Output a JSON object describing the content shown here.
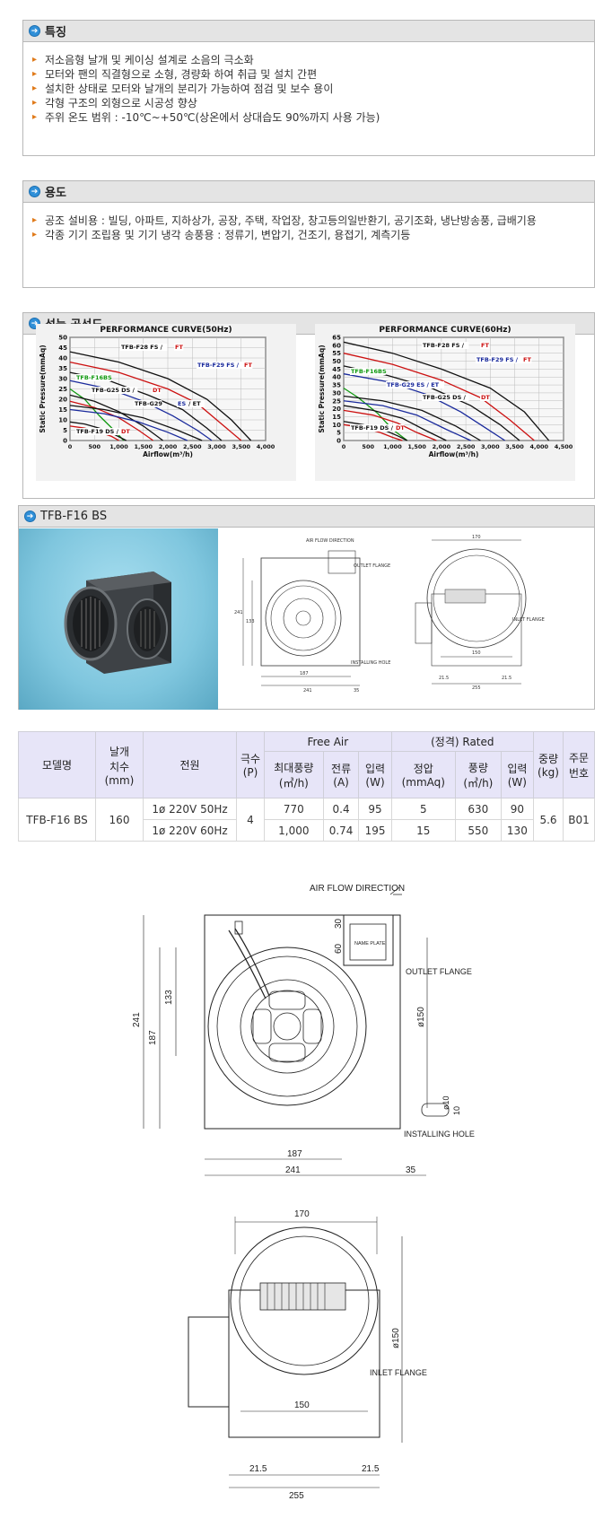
{
  "features": {
    "title": "특징",
    "items": [
      "저소음형 날개 및 케이싱 설계로 소음의 극소화",
      "모터와 팬의 직결형으로 소형, 경량화 하여 취급 및 설치 간편",
      "설치한 상태로 모터와 날개의 분리가 가능하여 점검 및 보수 용이",
      "각형 구조의 외형으로 시공성 향상",
      "주위 온도 범위 : -10℃~+50℃(상온에서 상대습도 90%까지 사용 가능)"
    ]
  },
  "usage": {
    "title": "용도",
    "items": [
      "공조 설비용 : 빌딩, 아파트, 지하상가, 공장, 주택, 작업장, 창고등의일반환기, 공기조화, 냉난방송풍, 급배기용",
      "각종 기기 조립용 및 기기 냉각 송풍용 : 정류기, 변압기, 건조기, 용접기, 계측기등"
    ]
  },
  "performance": {
    "title": "성능 곡선도"
  },
  "chart_data": [
    {
      "type": "line",
      "title": "PERFORMANCE CURVE(50Hz)",
      "xlabel": "Airflow(m³/h)",
      "ylabel": "Static Pressure(mmAq)",
      "xlim": [
        0,
        4000
      ],
      "ylim": [
        0,
        50
      ],
      "x_ticks": [
        "0",
        "500",
        "1,000",
        "1,500",
        "2,000",
        "2,500",
        "3,000",
        "3,500",
        "4,000"
      ],
      "y_ticks": [
        "0",
        "5",
        "10",
        "15",
        "20",
        "25",
        "30",
        "35",
        "40",
        "45",
        "50"
      ],
      "series": [
        {
          "name": "TFB-F28 FS / FT",
          "color": "#111111",
          "x": [
            0,
            1000,
            2000,
            2800,
            3300,
            3700
          ],
          "y": [
            43,
            38,
            30,
            20,
            10,
            0
          ]
        },
        {
          "name": "TFB-F28 FS / FT",
          "color": "#cc1111",
          "x": [
            0,
            1000,
            2000,
            2600,
            3100,
            3500
          ],
          "y": [
            38,
            33,
            25,
            18,
            8,
            0
          ]
        },
        {
          "name": "TFB-F29 FS / FT",
          "color": "#111111",
          "x": [
            0,
            800,
            1600,
            2300,
            2800,
            3100
          ],
          "y": [
            33,
            29,
            22,
            15,
            6,
            0
          ]
        },
        {
          "name": "TFB-F29 FS / FT",
          "color": "#1a2a9c",
          "x": [
            0,
            800,
            1500,
            2100,
            2600,
            2900
          ],
          "y": [
            29,
            25,
            19,
            12,
            5,
            0
          ]
        },
        {
          "name": "TFB-F16BS",
          "color": "#119911",
          "x": [
            0,
            300,
            600,
            900,
            1100
          ],
          "y": [
            25,
            20,
            12,
            5,
            0
          ]
        },
        {
          "name": "TFB-G25 DS / DT",
          "color": "#111111",
          "x": [
            0,
            500,
            1000,
            1500,
            1900
          ],
          "y": [
            22,
            19,
            14,
            7,
            0
          ]
        },
        {
          "name": "TFB-G25 DS / DT",
          "color": "#cc1111",
          "x": [
            0,
            500,
            1000,
            1400,
            1700
          ],
          "y": [
            19,
            16,
            11,
            5,
            0
          ]
        },
        {
          "name": "TFB-G29 ES / ET",
          "color": "#111111",
          "x": [
            0,
            700,
            1500,
            2200,
            2700
          ],
          "y": [
            17,
            15,
            11,
            5,
            0
          ]
        },
        {
          "name": "TFB-G29 ES / ET",
          "color": "#1a2a9c",
          "x": [
            0,
            700,
            1400,
            2000,
            2400
          ],
          "y": [
            15,
            13,
            9,
            4,
            0
          ]
        },
        {
          "name": "TFB-F19 DS / DT",
          "color": "#111111",
          "x": [
            0,
            300,
            600,
            900,
            1150
          ],
          "y": [
            9,
            8,
            6,
            3,
            0
          ]
        },
        {
          "name": "TFB-F19 DS / DT",
          "color": "#cc1111",
          "x": [
            0,
            300,
            600,
            850,
            1000
          ],
          "y": [
            7,
            6,
            4,
            2,
            0
          ]
        }
      ],
      "labels": [
        "TFB-F28 FS /",
        "FT",
        "TFB-F29 FS /",
        "FT",
        "TFB-F16BS",
        "TFB-G25 DS /",
        "DT",
        "TFB-G29",
        "ES",
        "/ ET",
        "TFB-F19 DS /",
        "DT"
      ]
    },
    {
      "type": "line",
      "title": "PERFORMANCE CURVE(60Hz)",
      "xlabel": "Airflow(m³/h)",
      "ylabel": "Static Pressure(mmAq)",
      "xlim": [
        0,
        4500
      ],
      "ylim": [
        0,
        65
      ],
      "x_ticks": [
        "0",
        "500",
        "1,000",
        "1,500",
        "2,000",
        "2,500",
        "3,000",
        "3,500",
        "4,000",
        "4,500"
      ],
      "y_ticks": [
        "0",
        "5",
        "10",
        "15",
        "20",
        "25",
        "30",
        "35",
        "40",
        "45",
        "50",
        "55",
        "60",
        "65"
      ],
      "series": [
        {
          "name": "TFB-F28 FS / FT",
          "color": "#111111",
          "x": [
            0,
            1000,
            2000,
            3000,
            3700,
            4200
          ],
          "y": [
            62,
            55,
            45,
            33,
            18,
            0
          ]
        },
        {
          "name": "TFB-F28 FS / FT",
          "color": "#cc1111",
          "x": [
            0,
            1000,
            2000,
            2800,
            3400,
            3900
          ],
          "y": [
            55,
            48,
            38,
            27,
            13,
            0
          ]
        },
        {
          "name": "TFB-F29 FS / FT",
          "color": "#111111",
          "x": [
            0,
            900,
            1800,
            2600,
            3200,
            3600
          ],
          "y": [
            47,
            41,
            33,
            22,
            10,
            0
          ]
        },
        {
          "name": "TFB-F29 FS / FT",
          "color": "#1a2a9c",
          "x": [
            0,
            900,
            1700,
            2400,
            2900,
            3300
          ],
          "y": [
            42,
            37,
            29,
            18,
            8,
            0
          ]
        },
        {
          "name": "TFB-F16BS",
          "color": "#119911",
          "x": [
            0,
            300,
            700,
            1000,
            1300
          ],
          "y": [
            33,
            27,
            17,
            7,
            0
          ]
        },
        {
          "name": "TFB-G29 ES / ET",
          "color": "#111111",
          "x": [
            0,
            800,
            1600,
            2300,
            2800
          ],
          "y": [
            28,
            25,
            19,
            9,
            0
          ]
        },
        {
          "name": "TFB-G29 ES / ET",
          "color": "#1a2a9c",
          "x": [
            0,
            800,
            1500,
            2100,
            2600
          ],
          "y": [
            25,
            22,
            16,
            7,
            0
          ]
        },
        {
          "name": "TFB-G25 DS / DT",
          "color": "#111111",
          "x": [
            0,
            600,
            1200,
            1700,
            2100
          ],
          "y": [
            22,
            19,
            14,
            6,
            0
          ]
        },
        {
          "name": "TFB-G25 DS / DT",
          "color": "#cc1111",
          "x": [
            0,
            600,
            1100,
            1500,
            1900
          ],
          "y": [
            19,
            16,
            11,
            5,
            0
          ]
        },
        {
          "name": "TFB-F19 DS / DT",
          "color": "#111111",
          "x": [
            0,
            400,
            800,
            1100,
            1300
          ],
          "y": [
            12,
            10,
            7,
            3,
            0
          ]
        },
        {
          "name": "TFB-F19 DS / DT",
          "color": "#cc1111",
          "x": [
            0,
            400,
            750,
            1000,
            1200
          ],
          "y": [
            10,
            8,
            5,
            2,
            0
          ]
        }
      ],
      "labels": [
        "TFB-F28 FS /",
        "FT",
        "TFB-F29 FS /",
        "FT",
        "TFB-F16BS",
        "TFB-G29 ES / ET",
        "TFB-G25 DS /",
        "DT",
        "TFB-F19 DS /",
        "DT"
      ]
    }
  ],
  "model_section": {
    "title": "TFB-F16 BS"
  },
  "drawing_small": {
    "air_flow_direction": "AIR FLOW DIRECTION",
    "outlet_flange": "OUTLET FLANGE",
    "installing_hole": "INSTALLING HOLE",
    "inlet_flange": "INLET FLANGE",
    "dim_241": "241",
    "dim_187": "187",
    "dim_133": "133",
    "dim_35": "35",
    "dim_170": "170",
    "dim_150": "150",
    "dim_255": "255",
    "dim_21_5": "21.5"
  },
  "spec_table": {
    "headers": {
      "model": "모델명",
      "blade_1": "날개",
      "blade_2": "치수",
      "blade_3": "(mm)",
      "power": "전원",
      "poles_1": "극수",
      "poles_2": "(P)",
      "free_air": "Free Air",
      "rated": "(정격) Rated",
      "max_airflow": "최대풍량",
      "max_airflow_unit": "(㎥/h)",
      "current": "전류",
      "current_unit": "(A)",
      "input": "입력",
      "input_unit": "(W)",
      "static": "정압",
      "static_unit": "(mmAq)",
      "airflow": "풍량",
      "airflow_unit": "(㎥/h)",
      "input2": "입력",
      "input2_unit": "(W)",
      "weight_1": "중량",
      "weight_2": "(kg)",
      "order_1": "주문",
      "order_2": "번호"
    },
    "model": "TFB-F16 BS",
    "blade": "160",
    "poles": "4",
    "weight": "5.6",
    "order": "B01",
    "rows": [
      {
        "power": "1ø 220V 50Hz",
        "max_airflow": "770",
        "current": "0.4",
        "input": "95",
        "static": "5",
        "airflow": "630",
        "input2": "90"
      },
      {
        "power": "1ø 220V 60Hz",
        "max_airflow": "1,000",
        "current": "0.74",
        "input": "195",
        "static": "15",
        "airflow": "550",
        "input2": "130"
      }
    ]
  },
  "drawing_large": {
    "air_flow_direction": "AIR FLOW DIRECTION",
    "name_plate": "NAME PLATE",
    "outlet_flange": "OUTLET FLANGE",
    "installing_hole": "INSTALLING HOLE",
    "inlet_flange": "INLET FLANGE",
    "dim_30": "30",
    "dim_60": "60",
    "dim_133": "133",
    "dim_187": "187",
    "dim_241": "241",
    "dim_35": "35",
    "dim_150_dia": "ø150",
    "dim_10_dia": "ø10",
    "dim_10": "10",
    "dim_170": "170",
    "dim_150": "150",
    "dim_255": "255",
    "dim_21_5": "21.5"
  }
}
